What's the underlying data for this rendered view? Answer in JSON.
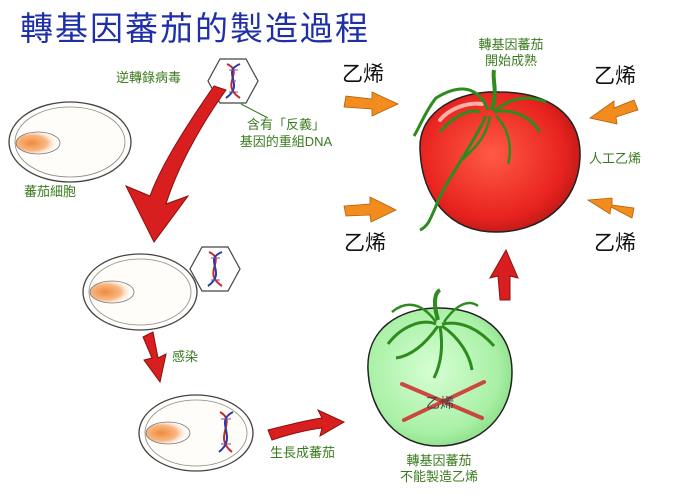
{
  "title": "轉基因蕃茄的製造過程",
  "labels": {
    "retrovirus": "逆轉錄病毒",
    "construct_line1": "含有「反義」",
    "construct_line2": "基因的重組DNA",
    "tomato_cell": "蕃茄細胞",
    "infection": "感染",
    "grows": "生長成蕃茄",
    "gm_no_ethylene_line1": "轉基因蕃茄",
    "gm_no_ethylene_line2": "不能製造乙烯",
    "crossed_text": "乙烯",
    "gm_ripening_line1": "轉基因蕃茄",
    "gm_ripening_line2": "開始成熟",
    "artificial_ethylene": "人工乙烯"
  },
  "ethylene": [
    "乙烯",
    "乙烯",
    "乙烯",
    "乙烯"
  ],
  "colors": {
    "title": "#1f2fa8",
    "label_green": "#3a7a1e",
    "red_arrow": "#d81e1e",
    "orange_arrow": "#f28c1e",
    "ripe_tomato": "#e8231f",
    "green_tomato": "#a9f0a6",
    "leaf": "#2e8b1e",
    "nucleus": "#f59a4a"
  }
}
